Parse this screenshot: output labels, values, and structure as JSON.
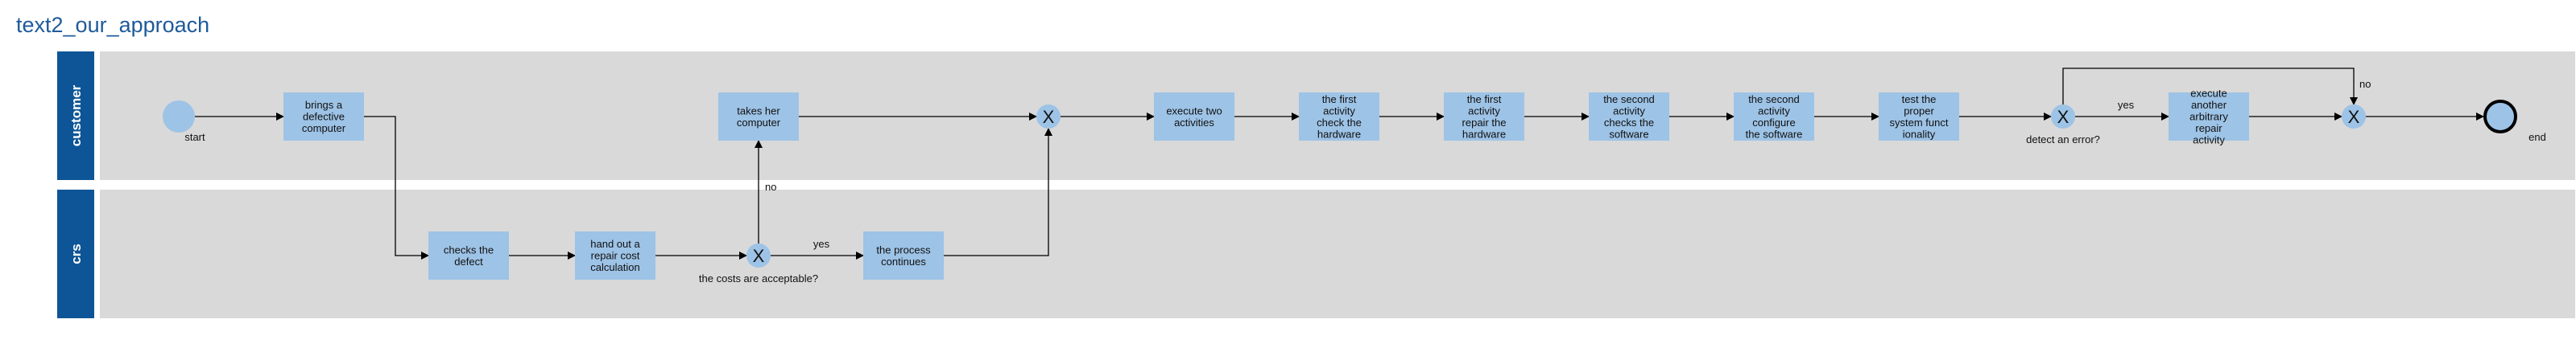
{
  "title": "text2_our_approach",
  "colors": {
    "lane_header": "#0d5596",
    "lane_bg": "#d9d9d9",
    "task_fill": "#9dc3e6",
    "event_fill": "#9dc3e6",
    "title": "#1f5a9a"
  },
  "lanes": [
    {
      "id": "customer",
      "label": "customer"
    },
    {
      "id": "crs",
      "label": "crs"
    }
  ],
  "events": [
    {
      "id": "start",
      "type": "start",
      "label": "start"
    },
    {
      "id": "end",
      "type": "end",
      "label": "end"
    }
  ],
  "tasks": [
    {
      "id": "t1",
      "lines": [
        "brings a",
        "defective",
        "computer"
      ]
    },
    {
      "id": "t2",
      "lines": [
        "checks the",
        "defect"
      ]
    },
    {
      "id": "t3",
      "lines": [
        "hand out a",
        "repair cost",
        "calculation"
      ]
    },
    {
      "id": "t4",
      "lines": [
        "takes her",
        "computer"
      ]
    },
    {
      "id": "t5",
      "lines": [
        "the process",
        "continues"
      ]
    },
    {
      "id": "t6",
      "lines": [
        "execute two",
        "activities"
      ]
    },
    {
      "id": "t7",
      "lines": [
        "the first",
        "activity",
        "check the",
        "hardware"
      ]
    },
    {
      "id": "t8",
      "lines": [
        "the first",
        "activity",
        "repair the",
        "hardware"
      ]
    },
    {
      "id": "t9",
      "lines": [
        "the second",
        "activity",
        "checks the",
        "software"
      ]
    },
    {
      "id": "t10",
      "lines": [
        "the second",
        "activity",
        "configure",
        "the software"
      ]
    },
    {
      "id": "t11",
      "lines": [
        "test the",
        "proper",
        "system funct",
        "ionality"
      ]
    },
    {
      "id": "t12",
      "lines": [
        "execute",
        "another",
        "arbitrary",
        "repair",
        "activity"
      ]
    }
  ],
  "gateways": [
    {
      "id": "g1",
      "symbol": "X",
      "label": "the costs are acceptable?"
    },
    {
      "id": "g2",
      "symbol": "X",
      "label": ""
    },
    {
      "id": "g3",
      "symbol": "X",
      "label": "detect an error?"
    },
    {
      "id": "g4",
      "symbol": "X",
      "label": ""
    }
  ],
  "flow_labels": {
    "g1_no": "no",
    "g1_yes": "yes",
    "g3_yes": "yes",
    "g3_no": "no"
  }
}
